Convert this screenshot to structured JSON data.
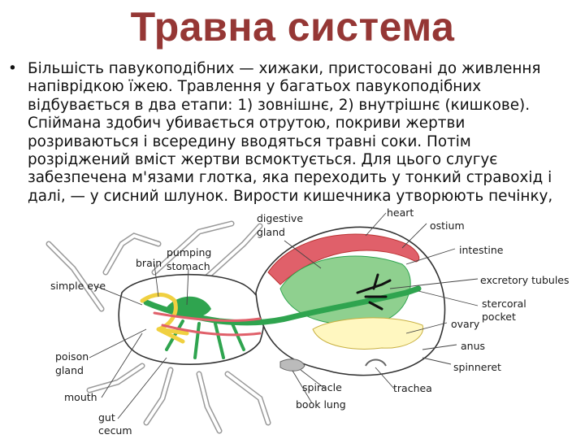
{
  "slide": {
    "title": "Травна система",
    "bullet_lines": [
      "Більшість павукоподібних — хижаки, пристосовані до живлення",
      "напіврідкою їжею. Травлення у багатьох павукоподібних",
      "відбувається в два етапи: 1) зовнішнє, 2) внутрішнє (кишкове).",
      "Спіймана здобич убивається отрутою, покриви жертви",
      "розриваються і всередину вводяться травні соки. Потім",
      "розріджений вміст жертви всмоктується. Для цього слугує",
      "забезпечена м'язами глотка, яка переходить у тонкий стравохід і",
      "далі, — у сисний шлунок. Вирости кишечника утворюють печінку,"
    ]
  },
  "diagram": {
    "labels": {
      "digestive_gland_l1": "digestive",
      "digestive_gland_l2": "gland",
      "heart": "heart",
      "ostium": "ostium",
      "intestine": "intestine",
      "brain": "brain",
      "pumping_stomach_l1": "pumping",
      "pumping_stomach_l2": "stomach",
      "excretory_tubules": "excretory tubules",
      "simple_eye": "simple eye",
      "stercoral_pocket_l1": "stercoral",
      "stercoral_pocket_l2": "pocket",
      "ovary": "ovary",
      "poison_gland_l1": "poison",
      "poison_gland_l2": "gland",
      "anus": "anus",
      "spinneret": "spinneret",
      "spiracle": "spiracle",
      "trachea": "trachea",
      "mouth": "mouth",
      "book_lung": "book lung",
      "gut_cecum_l1": "gut",
      "gut_cecum_l2": "cecum"
    },
    "colors": {
      "title": "#953735",
      "digestive": "#2fa44f",
      "gland": "#8fd08f",
      "heart": "#e0606a",
      "nerve": "#f0d040",
      "ovary": "#fff7c0",
      "tubules": "#111111"
    }
  }
}
